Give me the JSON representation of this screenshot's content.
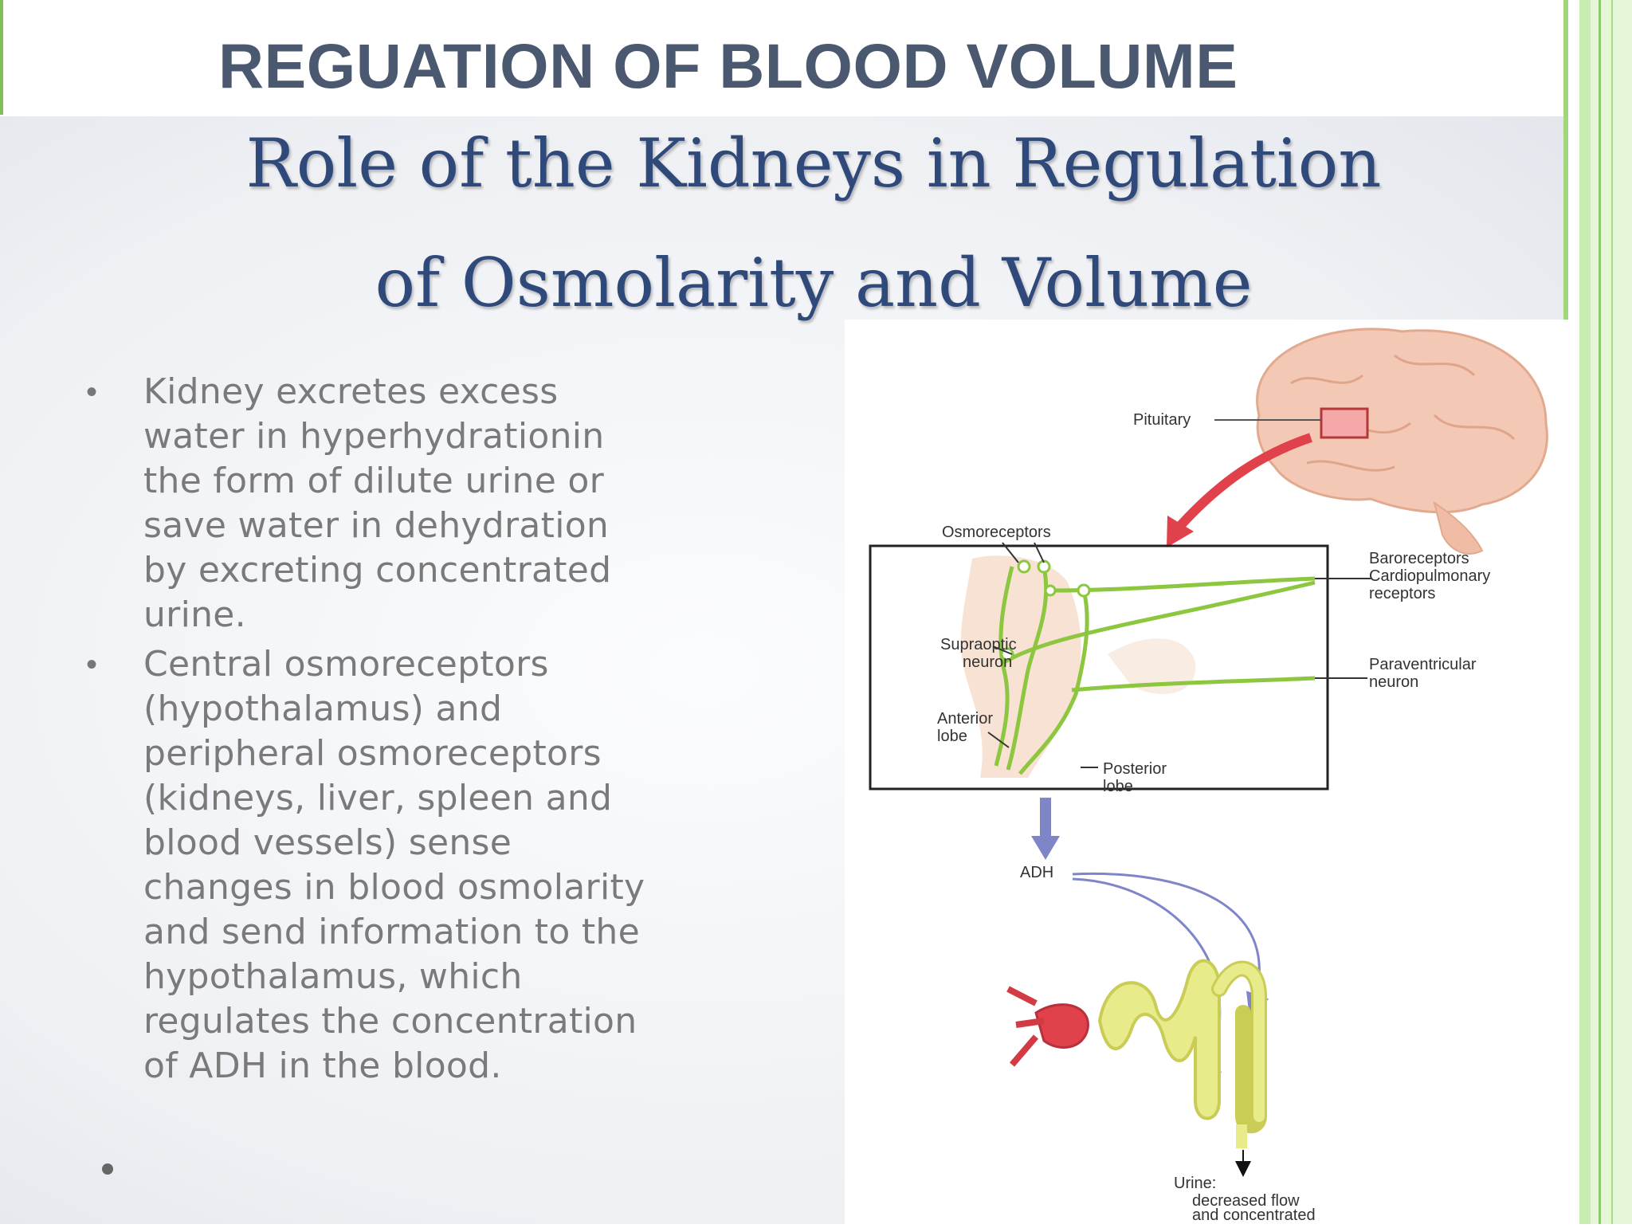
{
  "header": {
    "title": "REGUATION OF BLOOD VOLUME"
  },
  "slide": {
    "title_line1": "Role of the Kidneys in Regulation",
    "title_line2": "of Osmolarity and Volume",
    "bullets": [
      {
        "lines": [
          "Kidney excretes excess",
          "water in hyperhydrationin",
          "the form of dilute urine or",
          "save water in dehydration",
          "by excreting concentrated",
          "urine."
        ]
      },
      {
        "lines": [
          "Central osmoreceptors",
          "(hypothalamus) and",
          "peripheral osmoreceptors",
          "(kidneys, liver, spleen and",
          "blood vessels) sense",
          "changes in blood osmolarity",
          "and send information to the",
          "hypothalamus, which",
          "regulates the concentration",
          "of ADH in the blood."
        ]
      }
    ],
    "bullet_symbol": "•"
  },
  "diagram": {
    "labels": {
      "pituitary": "Pituitary",
      "osmoreceptors": "Osmoreceptors",
      "supraoptic_1": "Supraoptic",
      "supraoptic_2": "neuron",
      "anterior_1": "Anterior",
      "anterior_2": "lobe",
      "posterior_1": "Posterior",
      "posterior_2": "lobe",
      "baro_1": "Baroreceptors",
      "baro_2": "Cardiopulmonary",
      "baro_3": "receptors",
      "para_1": "Paraventricular",
      "para_2": "neuron",
      "adh": "ADH",
      "urine_1": "Urine:",
      "urine_2": "decreased flow",
      "urine_3": "and concentrated"
    }
  },
  "colors": {
    "header_text": "#4a5870",
    "slide_title": "#2f4a7a",
    "bullet_text": "#7a7a7a",
    "neuron_green": "#8dc63f",
    "arrow_red": "#e0414b",
    "arrow_blue": "#7f86c8",
    "tubule_yellow": "#e8eb8a"
  }
}
